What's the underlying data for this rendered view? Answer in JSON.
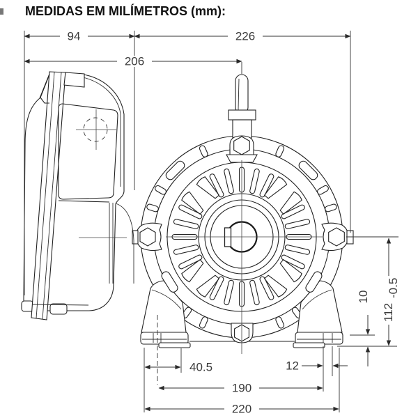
{
  "title": "MEDIDAS EM MILÍMETROS (mm):",
  "unit": "mm",
  "dims": {
    "d94": {
      "value": "94"
    },
    "d226": {
      "value": "226"
    },
    "d206": {
      "value": "206"
    },
    "d112": {
      "value": "112",
      "tol": "-0.5"
    },
    "d10": {
      "value": "10"
    },
    "d40_5": {
      "value": "40.5"
    },
    "d12": {
      "value": "12"
    },
    "d190": {
      "value": "190"
    },
    "d220": {
      "value": "220"
    }
  }
}
